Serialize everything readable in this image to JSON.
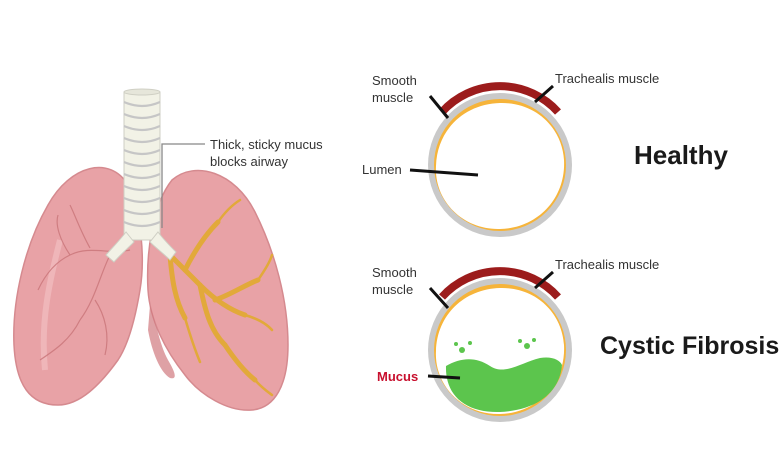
{
  "lung_panel": {
    "mucus_callout": {
      "line1": "Thick, sticky mucus",
      "line2": "blocks airway"
    }
  },
  "healthy_panel": {
    "title": "Healthy",
    "smooth_label": {
      "line1": "Smooth",
      "line2": "muscle"
    },
    "trachealis_label": "Trachealis muscle",
    "lumen_label": "Lumen"
  },
  "cf_panel": {
    "title": "Cystic Fibrosis",
    "smooth_label": {
      "line1": "Smooth",
      "line2": "muscle"
    },
    "trachealis_label": "Trachealis muscle",
    "mucus_label": "Mucus"
  },
  "colors": {
    "lung_fill": "#e8a2a6",
    "lung_shadow": "#d0797f",
    "vessel": "#c97579",
    "mucus_airway": "#e2a93a",
    "trachea": "#f2f2e6",
    "cartilage_ring": "#c6c6c6",
    "smooth_muscle": "#f6b43a",
    "trachealis": "#9c1c1c",
    "mucus": "#5cc54d",
    "mucus_label": "#c8102e"
  }
}
